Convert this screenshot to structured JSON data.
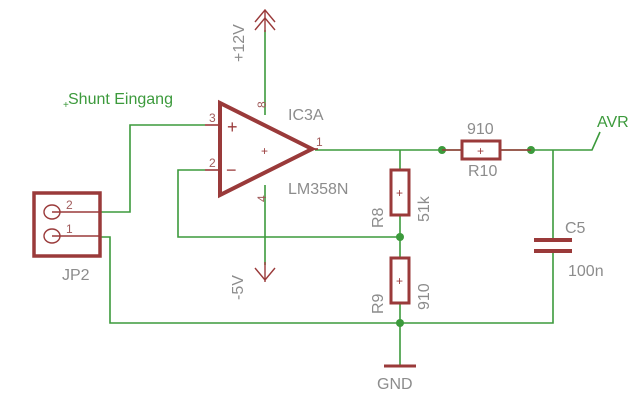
{
  "net_labels": {
    "shunt_input": "Shunt Eingang",
    "avr": "AVR",
    "supply_pos": "+12V",
    "supply_neg": "-5V",
    "ground": "GND"
  },
  "opamp": {
    "name": "IC3A",
    "value": "LM358N",
    "pin_noninv": "3",
    "pin_inv": "2",
    "pin_out": "1",
    "pin_vcc": "8",
    "pin_vee": "4",
    "plus_sign": "+",
    "minus_sign": "−",
    "inner_plus": "+"
  },
  "connector": {
    "name": "JP2",
    "pin_top": "2",
    "pin_bottom": "1"
  },
  "r8": {
    "name": "R8",
    "value": "51k",
    "mark": "+"
  },
  "r9": {
    "name": "R9",
    "value": "910",
    "mark": "+"
  },
  "r10": {
    "name": "R10",
    "value": "910",
    "mark": "+"
  },
  "c5": {
    "name": "C5",
    "value": "100n"
  },
  "colors": {
    "wire": "#3c9a3c",
    "component": "#9a3a3a",
    "label": "#8c8c8c",
    "net_label": "#3c9a3c"
  }
}
